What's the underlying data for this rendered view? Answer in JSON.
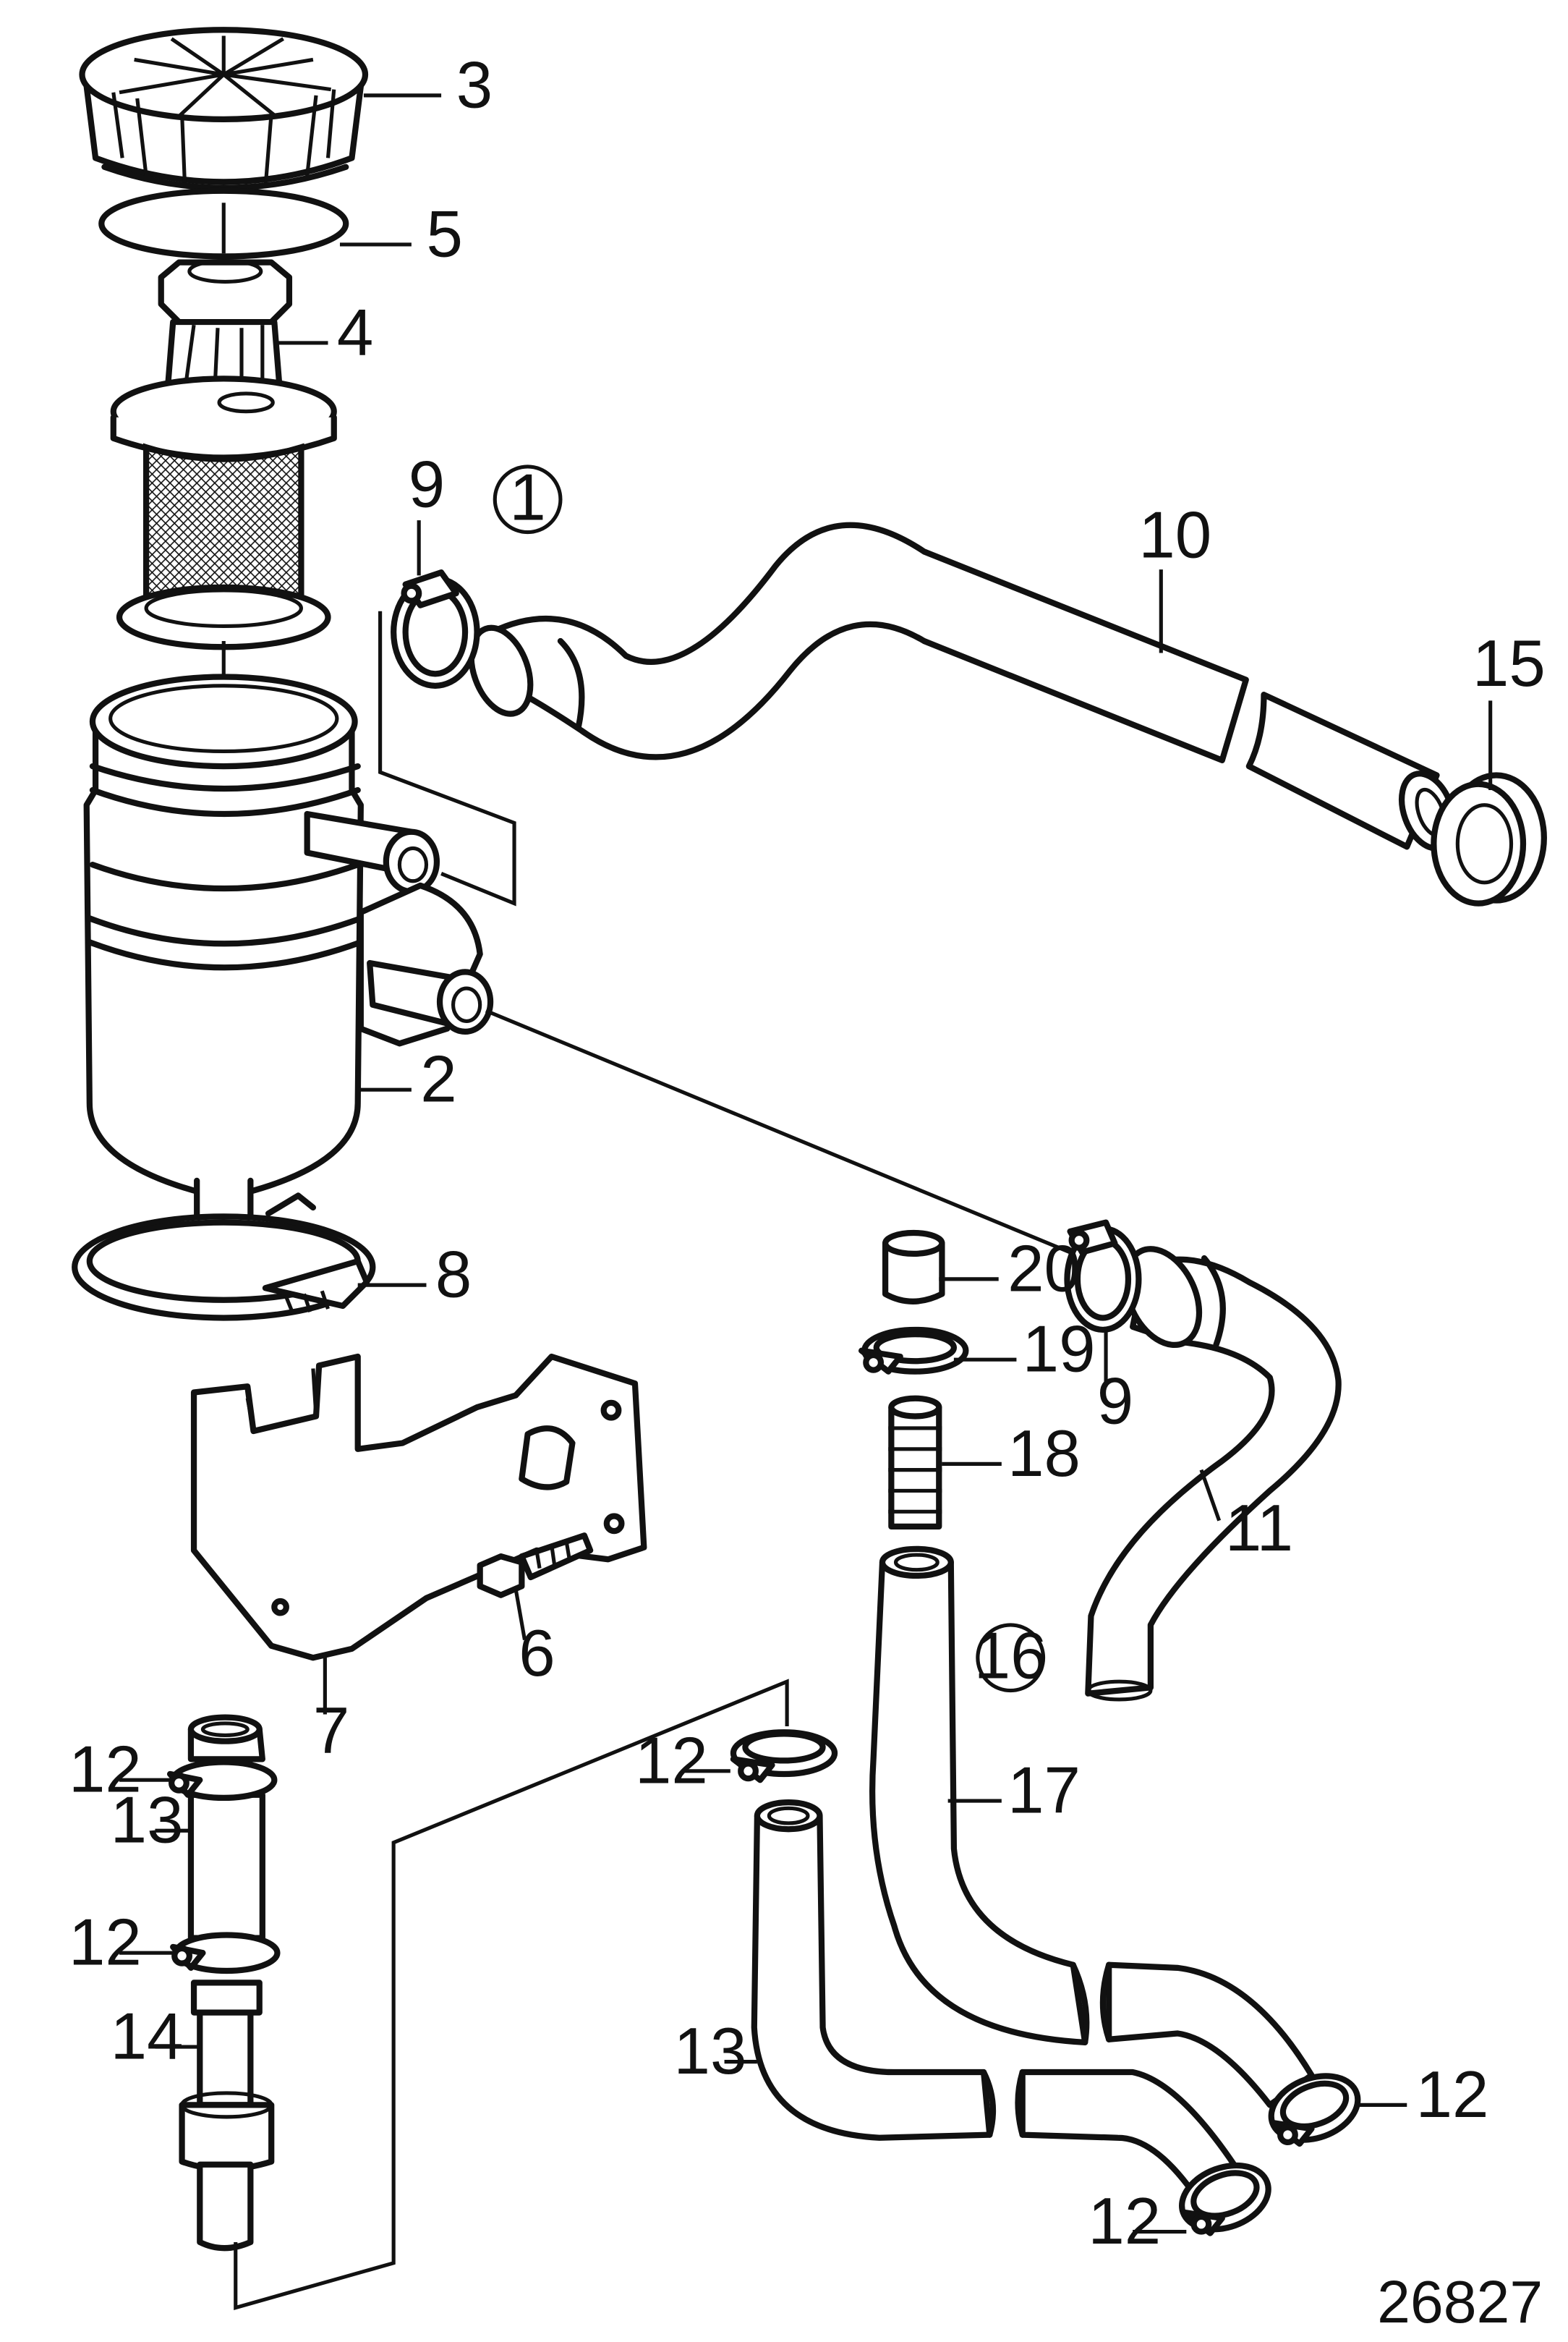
{
  "figure_number": "26827",
  "group_markers": [
    {
      "id": "g1",
      "text": "1"
    },
    {
      "id": "g16",
      "text": "16"
    }
  ],
  "callouts": [
    {
      "id": "c3",
      "text": "3",
      "part": "oil filler cap"
    },
    {
      "id": "c5",
      "text": "5",
      "part": "o-ring"
    },
    {
      "id": "c4",
      "text": "4",
      "part": "filter insert holder"
    },
    {
      "id": "c9a",
      "text": "9",
      "part": "hose clamp"
    },
    {
      "id": "c10",
      "text": "10",
      "part": "breather hose"
    },
    {
      "id": "c15",
      "text": "15",
      "part": "grommet"
    },
    {
      "id": "c2",
      "text": "2",
      "part": "oil separator housing"
    },
    {
      "id": "c8",
      "text": "8",
      "part": "retaining strap"
    },
    {
      "id": "c20",
      "text": "20",
      "part": "cap"
    },
    {
      "id": "c19",
      "text": "19",
      "part": "hose clamp"
    },
    {
      "id": "c9b",
      "text": "9",
      "part": "hose clamp"
    },
    {
      "id": "c18",
      "text": "18",
      "part": "nipple"
    },
    {
      "id": "c11",
      "text": "11",
      "part": "hose"
    },
    {
      "id": "c6",
      "text": "6",
      "part": "screw"
    },
    {
      "id": "c7",
      "text": "7",
      "part": "bracket"
    },
    {
      "id": "c12a",
      "text": "12",
      "part": "hose clamp"
    },
    {
      "id": "c13a",
      "text": "13",
      "part": "hose"
    },
    {
      "id": "c12b",
      "text": "12",
      "part": "hose clamp"
    },
    {
      "id": "c14",
      "text": "14",
      "part": "pipe"
    },
    {
      "id": "c12c",
      "text": "12",
      "part": "hose clamp"
    },
    {
      "id": "c17",
      "text": "17",
      "part": "hose"
    },
    {
      "id": "c13b",
      "text": "13",
      "part": "hose"
    },
    {
      "id": "c12d",
      "text": "12",
      "part": "hose clamp"
    },
    {
      "id": "c12e",
      "text": "12",
      "part": "hose clamp"
    }
  ]
}
